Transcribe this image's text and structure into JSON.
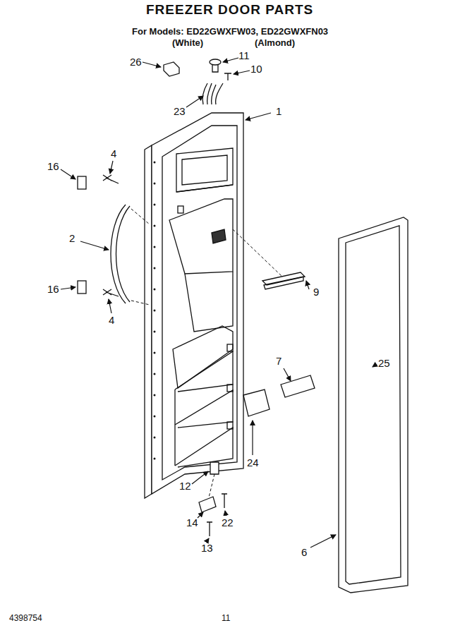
{
  "diagram": {
    "title": "FREEZER DOOR PARTS",
    "labels": [
      "For Models: ED22GWXFW03, ED22GWXFN03",
      "(White)",
      "(Almond)",
      "26",
      "11",
      "10",
      "23",
      "1",
      "16",
      "4",
      "2",
      "16",
      "4",
      "9",
      "25",
      "7",
      "24",
      "12",
      "22",
      "14",
      "13",
      "6",
      "4398754",
      "11"
    ]
  }
}
